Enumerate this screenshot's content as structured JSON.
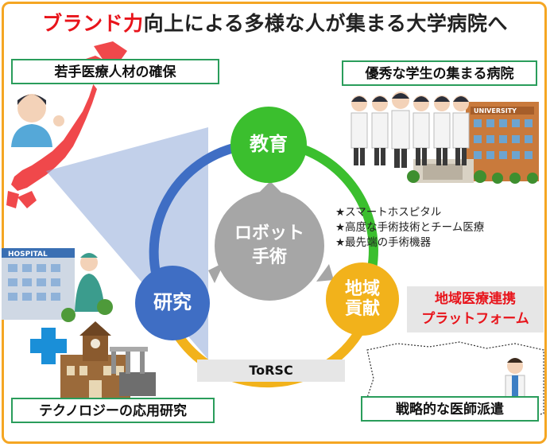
{
  "title": {
    "brand": "ブランド力",
    "rest": "向上による多様な人が集まる大学病院へ"
  },
  "labels": {
    "top_left": "若手医療人材の確保",
    "top_right": "優秀な学生の集まる病院",
    "bottom_left": "テクノロジーの応用研究",
    "bottom_right": "戦略的な医師派遣"
  },
  "cycle": {
    "education": "教育",
    "research": "研究",
    "community_line1": "地域",
    "community_line2": "貢献",
    "center_line1": "ロボット",
    "center_line2": "手術"
  },
  "bullets": [
    "★スマートホスピタル",
    "★高度な手術技術とチーム医療",
    "★最先端の手術機器"
  ],
  "platform": {
    "line1": "地域医療連携",
    "line2": "プラットフォーム"
  },
  "torsc": "ToRSC",
  "signs": {
    "hospital": "HOSPITAL",
    "university": "UNIVERSITY"
  },
  "colors": {
    "education": "#3bbf2e",
    "research": "#3f6ec4",
    "community": "#f2b21b",
    "accent_red": "#e8141b",
    "frame": "#f5a623"
  }
}
